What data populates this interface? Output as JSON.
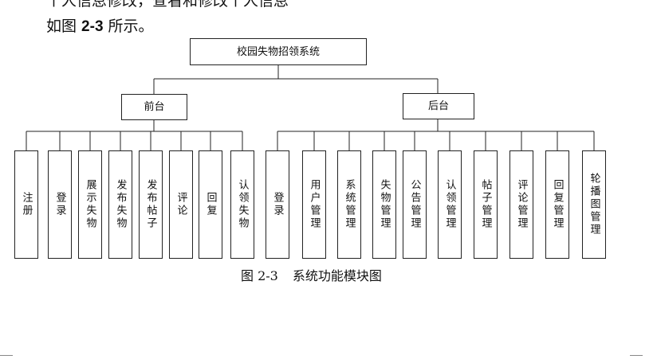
{
  "document": {
    "partial_top_line": "个人信息修改，查看和修改个人信息",
    "intro_prefix": "如图 ",
    "intro_figure_ref": "2-3",
    "intro_suffix": " 所示。"
  },
  "diagram": {
    "root": "校园失物招领系统",
    "front": {
      "label": "前台",
      "children": [
        "注册",
        "登录",
        "展示失物",
        "发布失物",
        "发布帖子",
        "评论",
        "回复",
        "认领失物"
      ]
    },
    "back": {
      "label": "后台",
      "children": [
        "登录",
        "用户管理",
        "系统管理",
        "失物管理",
        "公告管理",
        "认领管理",
        "帖子管理",
        "评论管理",
        "回复管理",
        "轮播图管理"
      ]
    }
  },
  "caption": {
    "number": "图 2-3",
    "title": "系统功能模块图"
  }
}
